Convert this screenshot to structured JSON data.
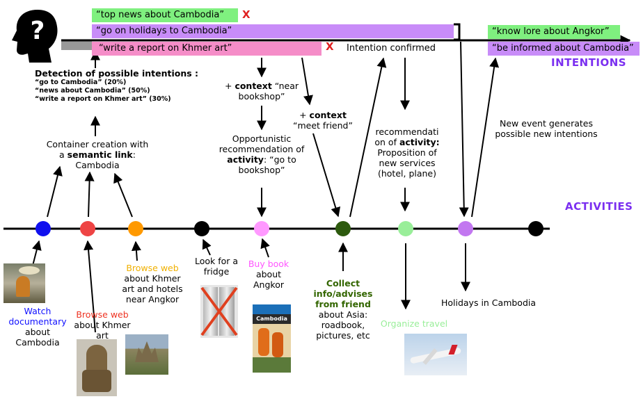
{
  "intentions_label": "INTENTIONS",
  "activities_label": "ACTIVITIES",
  "bars": {
    "top_news": "“top news about Cambodia”",
    "holidays": "“go on holidays to Cambodia”",
    "report": "“write a report on Khmer art”",
    "lore": "“know lore about Angkor”",
    "informed": "“be informed about Cambodia”",
    "x_mark": "X"
  },
  "intention_confirmed": "Intention confirmed",
  "detection": {
    "title": "Detection of possible intentions :",
    "lines": [
      "“go to Cambodia” (20%)",
      "“news about Cambodia” (50%)",
      "“write a report on Khmer art” (30%)"
    ]
  },
  "container": {
    "line1": "Container creation with",
    "line2a": "a ",
    "line2b": "semantic link",
    "line2c": ":",
    "line3": "Cambodia"
  },
  "context_bookshop": {
    "plus": "+ ",
    "bold": "context",
    "rest": " “near",
    "line2": "bookshop”"
  },
  "context_friend": {
    "plus": "+ ",
    "bold": "context",
    "line2": "“meet friend”"
  },
  "opportunistic": {
    "line1": "Opportunistic",
    "line2": "recommendation of",
    "line3a": "activity",
    "line3b": ": “go to",
    "line4": "bookshop”"
  },
  "recommendation": {
    "line1": "recommendati",
    "line2a": "on of ",
    "line2b": "activity:",
    "line3": "Proposition of",
    "line4": "new services",
    "line5": "(hotel, plane)"
  },
  "new_event": {
    "line1": "New event generates",
    "line2": "possible new intentions"
  },
  "activities": [
    {
      "lines": [
        "Watch",
        "documentary"
      ],
      "lines_black": [
        "about",
        "Cambodia"
      ],
      "color": "#1010ff"
    },
    {
      "lines": [
        "Browse web"
      ],
      "lines_black": [
        "about Khmer",
        "art"
      ],
      "color": "#ee3322"
    },
    {
      "lines": [
        "Browse web"
      ],
      "lines_black": [
        "about Khmer",
        "art and hotels",
        "near Angkor"
      ],
      "color": "#f0b000"
    },
    {
      "lines": [],
      "lines_black": [
        "Look for a",
        "fridge"
      ],
      "color": "#000000"
    },
    {
      "lines": [
        "Buy book"
      ],
      "lines_black": [
        "about",
        "Angkor"
      ],
      "color": "#ff55ff"
    },
    {
      "lines": [
        "Collect",
        "info/advises",
        "from friend"
      ],
      "lines_black": [
        "about Asia:",
        "roadbook,",
        "pictures, etc"
      ],
      "color": "#336600"
    },
    {
      "lines": [
        "Organize travel"
      ],
      "lines_black": [],
      "color": "#99ee99"
    },
    {
      "lines": [],
      "lines_black": [
        "Holidays in Cambodia"
      ],
      "color": "#cc88ff"
    }
  ],
  "book_title": "Cambodia",
  "colors": {
    "green_bar": "#7ff07f",
    "purple_bar": "#c88cf8",
    "pink_bar": "#f58dc8",
    "dot_blue": "#1010ee",
    "dot_red": "#ee4444",
    "dot_orange": "#ff9900",
    "dot_black": "#000000",
    "dot_pink": "#ff99ff",
    "dot_darkgreen": "#2d5a0e",
    "dot_lightgreen": "#99ee99",
    "dot_purple": "#c277f0",
    "accent_purple": "#7b2ff0"
  }
}
